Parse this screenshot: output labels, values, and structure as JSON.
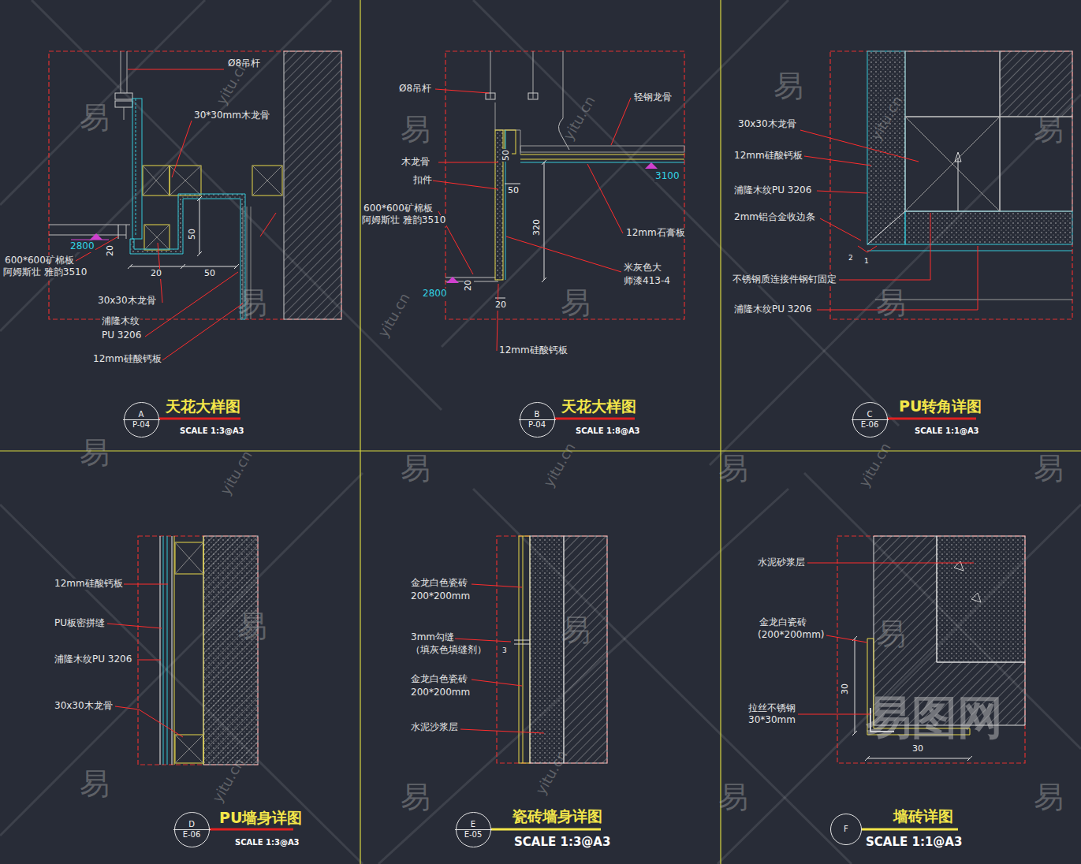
{
  "diagram": {
    "nodes": [
      {
        "text": [
          "A",
          "P-04"
        ]
      },
      {
        "text": [
          "B",
          "P-04"
        ]
      },
      {
        "text": [
          "C",
          "E-06"
        ]
      },
      {
        "text": [
          "D",
          "E-06"
        ]
      },
      {
        "text": [
          "E",
          "E-05"
        ]
      },
      {
        "text": [
          "F"
        ]
      }
    ],
    "labels": [
      "Ø8吊杆",
      "30*30mm木龙骨",
      "2800",
      "20",
      "600*600矿棉板",
      "阿姆斯壮 雅韵3510",
      "20",
      "50",
      "50",
      "30x30木龙骨",
      "浦隆木纹",
      "PU 3206",
      "12mm硅酸钙板",
      "天花大样图",
      "SCALE 1:3@A3",
      "Ø8吊杆",
      "轻钢龙骨",
      "3100",
      "木龙骨",
      "扣件",
      "50",
      "50",
      "600*600矿棉板",
      "阿姆斯壮 雅韵3510",
      "320",
      "12mm石膏板",
      "米灰色大",
      "师漆413-4",
      "2800",
      "20",
      "20",
      "12mm硅酸钙板",
      "天花大样图",
      "SCALE 1:8@A3",
      "30x30木龙骨",
      "12mm硅酸钙板",
      "浦隆木纹PU 3206",
      "2mm铝合金收边条",
      "2",
      "1",
      "不锈钢质连接件钢钉固定",
      "浦隆木纹PU 3206",
      "PU转角详图",
      "SCALE 1:1@A3",
      "12mm硅酸钙板",
      "PU板密拼缝",
      "浦隆木纹PU 3206",
      "30x30木龙骨",
      "PU墙身详图",
      "SCALE 1:3@A3",
      "金龙白色瓷砖",
      "200*200mm",
      "3mm勾缝",
      "（填灰色填缝剂）",
      "3",
      "金龙白色瓷砖",
      "200*200mm",
      "水泥沙浆层",
      "瓷砖墙身详图",
      "SCALE 1:3@A3",
      "水泥砂浆层",
      "金龙白瓷砖",
      "(200*200mm)",
      "30",
      "拉丝不锈钢",
      "30*30mm",
      "30",
      "墙砖详图",
      "SCALE 1:1@A3",
      "易",
      "易",
      "易",
      "易",
      "易",
      "易",
      "易",
      "易",
      "易",
      "易",
      "易",
      "易",
      "易",
      "易",
      "易",
      "易",
      "易",
      "易",
      "yitu.cn",
      "yitu.cn",
      "yitu.cn",
      "yitu.cn",
      "yitu.cn",
      "yitu.cn",
      "yitu.cn",
      "yitu.cn",
      "yitu.cn",
      "易图网"
    ]
  }
}
